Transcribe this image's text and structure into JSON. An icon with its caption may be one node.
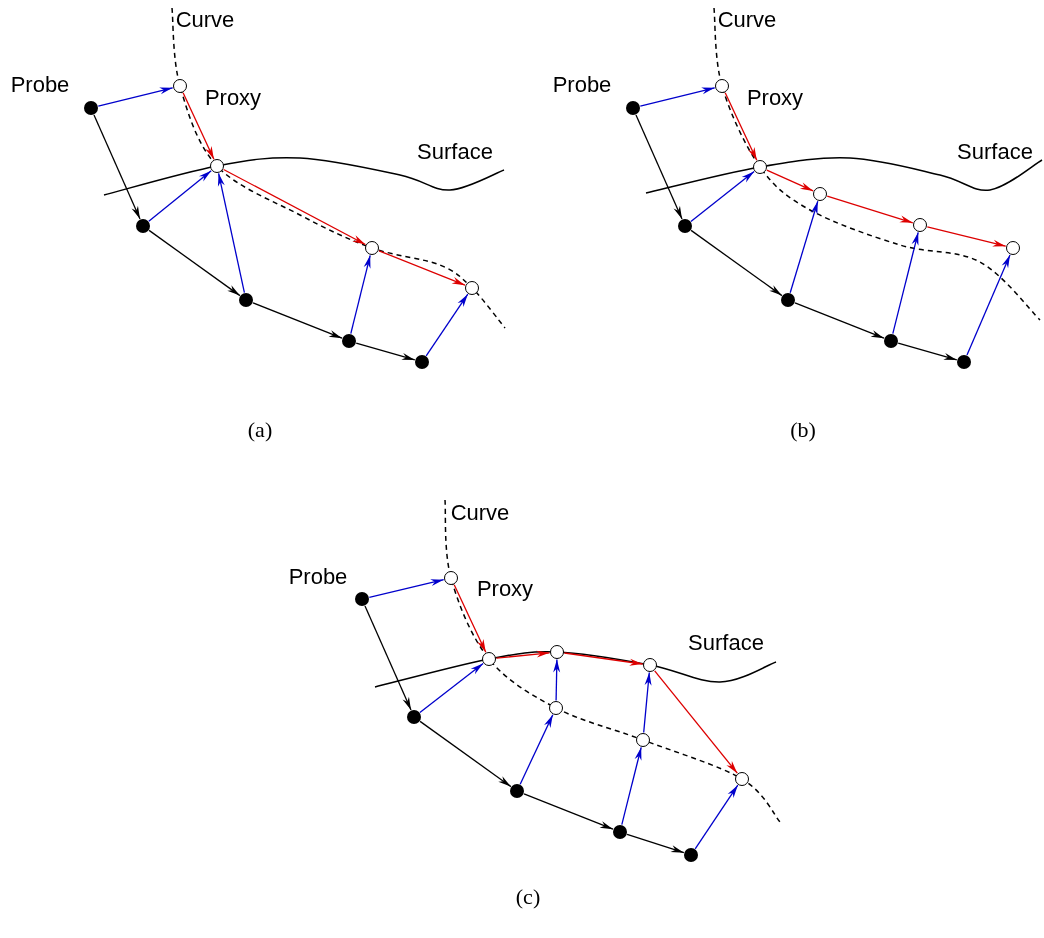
{
  "diagram": {
    "nodes": [
      {
        "text": [],
        "shape": "circle",
        "beside": [
          "Probe"
        ]
      },
      {
        "text": [],
        "shape": "circle",
        "beside": [
          "Proxy"
        ]
      },
      {
        "text": [],
        "shape": "circle"
      },
      {
        "text": [],
        "shape": "circle"
      },
      {
        "text": [],
        "shape": "circle"
      },
      {
        "text": [],
        "shape": "circle"
      },
      {
        "text": [],
        "shape": "circle"
      },
      {
        "text": [],
        "shape": "circle"
      },
      {
        "text": [],
        "shape": "circle"
      },
      {
        "text": [],
        "shape": "circle",
        "beside": [
          "Probe"
        ]
      },
      {
        "text": [],
        "shape": "circle",
        "beside": [
          "Proxy"
        ]
      },
      {
        "text": [],
        "shape": "circle"
      },
      {
        "text": [],
        "shape": "circle"
      },
      {
        "text": [],
        "shape": "circle"
      },
      {
        "text": [],
        "shape": "circle"
      },
      {
        "text": [],
        "shape": "circle"
      },
      {
        "text": [],
        "shape": "circle"
      },
      {
        "text": [],
        "shape": "circle"
      },
      {
        "text": [],
        "shape": "circle"
      },
      {
        "text": [],
        "shape": "circle",
        "beside": [
          "Probe"
        ]
      },
      {
        "text": [],
        "shape": "circle",
        "beside": [
          "Proxy"
        ]
      },
      {
        "text": [],
        "shape": "circle"
      },
      {
        "text": [],
        "shape": "circle"
      },
      {
        "text": [],
        "shape": "circle"
      },
      {
        "text": [],
        "shape": "circle"
      },
      {
        "text": [],
        "shape": "circle"
      },
      {
        "text": [],
        "shape": "circle"
      },
      {
        "text": [],
        "shape": "circle"
      },
      {
        "text": [],
        "shape": "circle"
      },
      {
        "text": [],
        "shape": "circle"
      },
      {
        "text": [],
        "shape": "circle"
      }
    ],
    "edges": [
      {
        "from": 0,
        "to": 1,
        "arrow": "to"
      },
      {
        "from": 1,
        "to": 2,
        "arrow": "to",
        "color": "#dd0000"
      },
      {
        "from": 0,
        "to": 3,
        "arrow": "to",
        "color": "#000000"
      },
      {
        "from": 3,
        "to": 2,
        "arrow": "to"
      },
      {
        "from": 3,
        "to": 4,
        "arrow": "to",
        "color": "#000000"
      },
      {
        "from": 4,
        "to": 2,
        "arrow": "to"
      },
      {
        "from": 2,
        "to": 5,
        "arrow": "to",
        "color": "#dd0000"
      },
      {
        "from": 4,
        "to": 6,
        "arrow": "to",
        "color": "#000000"
      },
      {
        "from": 6,
        "to": 5,
        "arrow": "to"
      },
      {
        "from": 5,
        "to": 7,
        "arrow": "to",
        "color": "#dd0000"
      },
      {
        "from": 6,
        "to": 8,
        "arrow": "to",
        "color": "#000000"
      },
      {
        "from": 8,
        "to": 7,
        "arrow": "to"
      },
      {
        "from": 9,
        "to": 10,
        "arrow": "to"
      },
      {
        "from": 10,
        "to": 11,
        "arrow": "to",
        "color": "#dd0000"
      },
      {
        "from": 9,
        "to": 12,
        "arrow": "to",
        "color": "#000000"
      },
      {
        "from": 12,
        "to": 11,
        "arrow": "to"
      },
      {
        "from": 11,
        "to": 13,
        "arrow": "to",
        "color": "#dd0000"
      },
      {
        "from": 12,
        "to": 14,
        "arrow": "to",
        "color": "#000000"
      },
      {
        "from": 14,
        "to": 13,
        "arrow": "to"
      },
      {
        "from": 13,
        "to": 15,
        "arrow": "to",
        "color": "#dd0000"
      },
      {
        "from": 14,
        "to": 16,
        "arrow": "to",
        "color": "#000000"
      },
      {
        "from": 16,
        "to": 15,
        "arrow": "to"
      },
      {
        "from": 15,
        "to": 17,
        "arrow": "to",
        "color": "#dd0000"
      },
      {
        "from": 16,
        "to": 18,
        "arrow": "to",
        "color": "#000000"
      },
      {
        "from": 18,
        "to": 17,
        "arrow": "to"
      },
      {
        "from": 19,
        "to": 20,
        "arrow": "to"
      },
      {
        "from": 20,
        "to": 21,
        "arrow": "to",
        "color": "#dd0000"
      },
      {
        "from": 19,
        "to": 25,
        "arrow": "to",
        "color": "#000000"
      },
      {
        "from": 25,
        "to": 21,
        "arrow": "to"
      },
      {
        "from": 21,
        "to": 22,
        "arrow": "to",
        "color": "#dd0000"
      },
      {
        "from": 22,
        "to": 23,
        "arrow": "to",
        "color": "#dd0000"
      },
      {
        "from": 23,
        "to": 27,
        "arrow": "to",
        "color": "#dd0000"
      },
      {
        "from": 25,
        "to": 28,
        "arrow": "to",
        "color": "#000000"
      },
      {
        "from": 28,
        "to": 24,
        "arrow": "to"
      },
      {
        "from": 24,
        "to": 22,
        "arrow": "to"
      },
      {
        "from": 28,
        "to": 29,
        "arrow": "to",
        "color": "#000000"
      },
      {
        "from": 29,
        "to": 26,
        "arrow": "to"
      },
      {
        "from": 26,
        "to": 23,
        "arrow": "to"
      },
      {
        "from": 29,
        "to": 30,
        "arrow": "to",
        "color": "#000000"
      },
      {
        "from": 30,
        "to": 27,
        "arrow": "to"
      }
    ],
    "labels": [
      "Curve",
      "Surface",
      "(a)",
      "Curve",
      "Surface",
      "(b)",
      "Curve",
      "Surface",
      "(c)"
    ]
  }
}
